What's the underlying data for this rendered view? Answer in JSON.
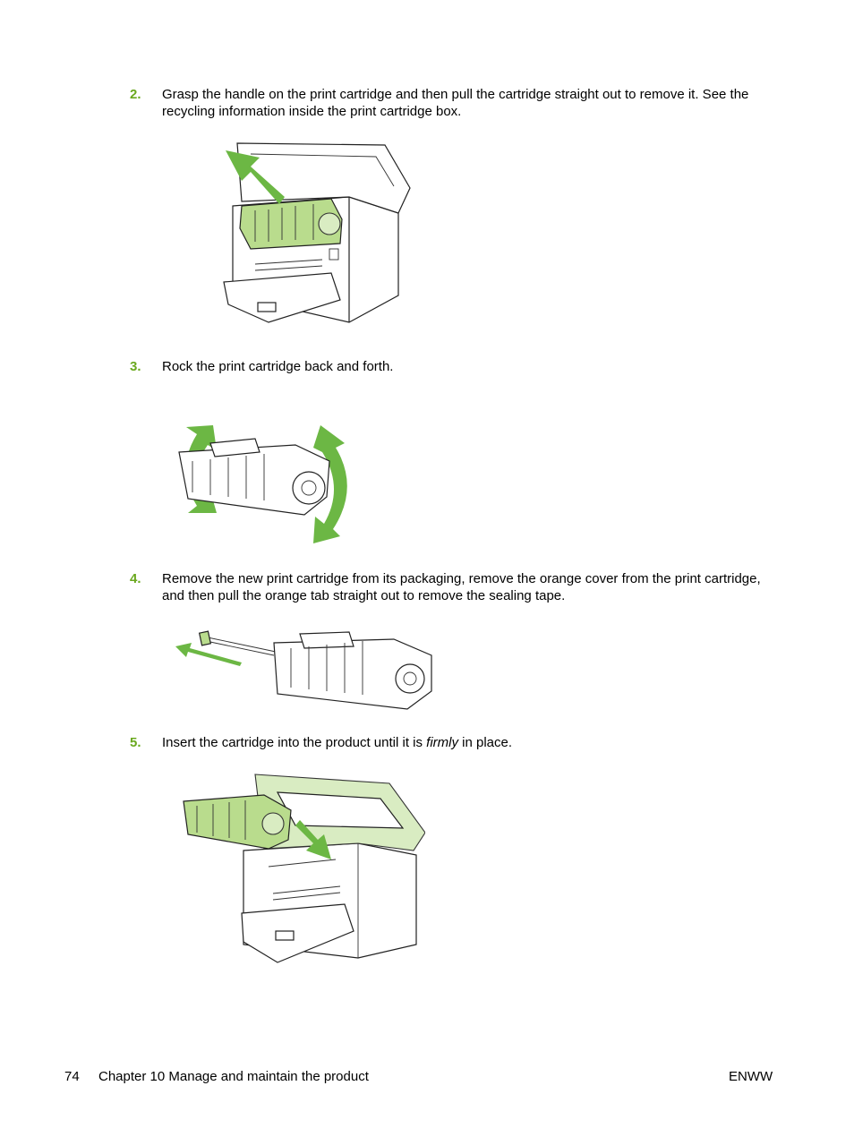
{
  "steps": [
    {
      "number": "2.",
      "text": "Grasp the handle on the print cartridge and then pull the cartridge straight out to remove it. See the recycling information inside the print cartridge box."
    },
    {
      "number": "3.",
      "text": "Rock the print cartridge back and forth."
    },
    {
      "number": "4.",
      "text": "Remove the new print cartridge from its packaging, remove the orange cover from the print cartridge, and then pull the orange tab straight out to remove the sealing tape."
    },
    {
      "number": "5.",
      "text_before": "Insert the cartridge into the product until it is ",
      "text_emphasis": "firmly",
      "text_after": " in place."
    }
  ],
  "footer": {
    "page_number": "74",
    "chapter": "Chapter 10   Manage and maintain the product",
    "right": "ENWW"
  },
  "colors": {
    "step_number": "#6aa81e",
    "arrow": "#6cb744",
    "highlight": "#b9dc8d"
  }
}
